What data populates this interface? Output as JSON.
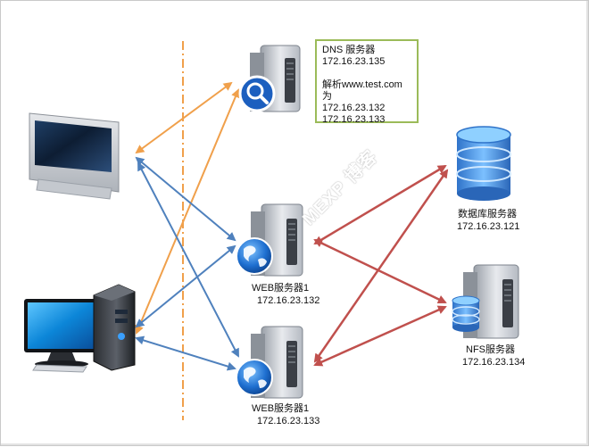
{
  "colors": {
    "orange": "#f0a04b",
    "blue": "#4f81bd",
    "red": "#c0504d",
    "divider": "#f0a04b",
    "box_border": "#9bbb59"
  },
  "dns": {
    "icon": "server-search-icon",
    "title": "DNS 服务器",
    "ip": "172.16.23.135",
    "resolve_label": "解析www.test.com为",
    "resolve_ip1": "172.16.23.132",
    "resolve_ip2": "172.16.23.133"
  },
  "web1": {
    "icon": "server-globe-icon",
    "name": "WEB服务器1",
    "ip": "172.16.23.132"
  },
  "web2": {
    "icon": "server-globe-icon",
    "name": "WEB服务器1",
    "ip": "172.16.23.133"
  },
  "db": {
    "icon": "database-icon",
    "name": "数据库服务器",
    "ip": "172.16.23.121"
  },
  "nfs": {
    "icon": "server-database-icon",
    "name": "NFS服务器",
    "ip": "172.16.23.134"
  },
  "clients": [
    {
      "icon": "monitor-icon"
    },
    {
      "icon": "desktop-computer-icon"
    }
  ],
  "watermark": "MEXP 博客"
}
